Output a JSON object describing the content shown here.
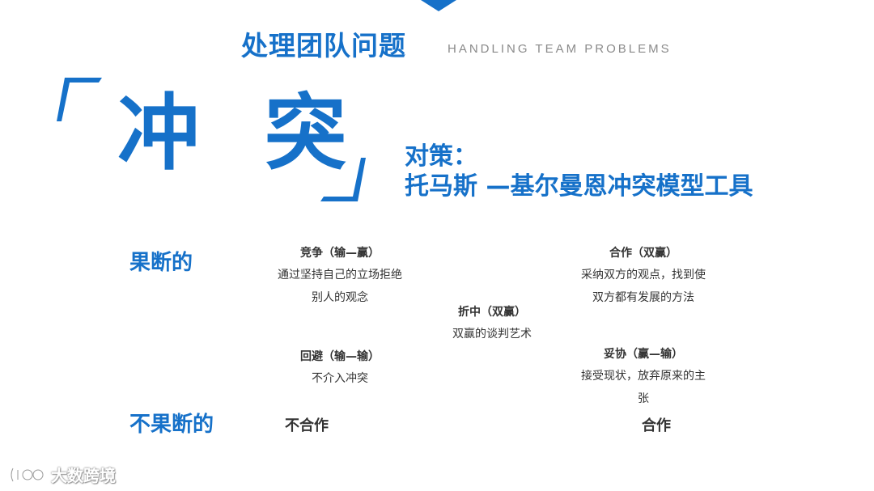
{
  "header": {
    "title_cn": "处理团队问题",
    "title_en": "HANDLING TEAM PROBLEMS"
  },
  "hero": {
    "word": "冲 突",
    "strategy_label": "对策：",
    "strategy_value": "托马斯 —基尔曼恩冲突模型工具"
  },
  "matrix": {
    "y_axis_top": "果断的",
    "y_axis_bottom": "不果断的",
    "x_axis_left": "不合作",
    "x_axis_right": "合作",
    "cells": {
      "compete": {
        "title": "竞争（输—赢）",
        "desc_line1": "通过坚持自己的立场拒绝",
        "desc_line2": "别人的观念"
      },
      "collaborate": {
        "title": "合作（双赢）",
        "desc_line1": "采纳双方的观点，找到使",
        "desc_line2": "双方都有发展的方法"
      },
      "compromise": {
        "title": "折中（双赢）",
        "desc_line1": "双赢的谈判艺术"
      },
      "avoid": {
        "title": "回避（输—输）",
        "desc_line1": "不介入冲突"
      },
      "accommodate": {
        "title": "妥协（赢—输）",
        "desc_line1": "接受现状，放弃原来的主",
        "desc_line2": "张"
      }
    }
  },
  "watermark": {
    "text": "大数跨境"
  },
  "colors": {
    "accent": "#1671c9",
    "text": "#333333",
    "subtitle": "#8a8a8a"
  }
}
